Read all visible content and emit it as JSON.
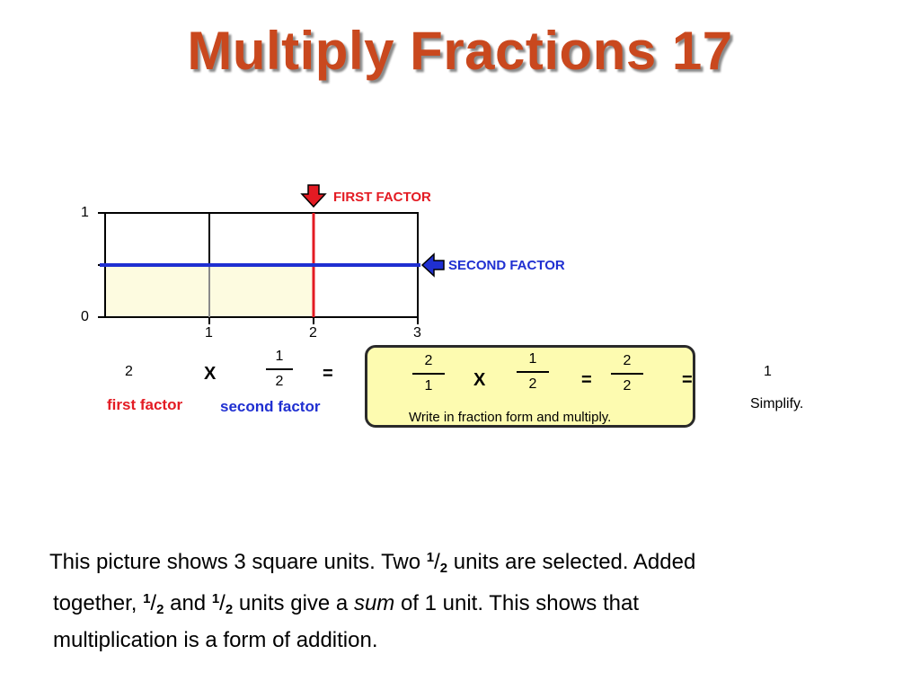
{
  "title": "Multiply Fractions 17",
  "diagram": {
    "y_tick_labels": [
      "1",
      "0"
    ],
    "x_tick_labels": [
      "1",
      "2",
      "3"
    ],
    "first_factor_label": "FIRST FACTOR",
    "second_factor_label": "SECOND FACTOR",
    "units": 3,
    "first_factor_value": 2,
    "second_factor_value": 0.5,
    "colors": {
      "grid": "#000000",
      "first_factor_line": "#e31b23",
      "second_factor_line": "#1f2fd1",
      "selected_fill": "#fdfbe0"
    }
  },
  "equation": {
    "first_factor_number": "2",
    "times": "X",
    "second_numerator": "1",
    "second_denominator": "2",
    "equals": "=",
    "first_factor_caption": "first factor",
    "second_factor_caption": "second factor",
    "box": {
      "f1_numerator": "2",
      "f1_denominator": "1",
      "times": "X",
      "f2_numerator": "1",
      "f2_denominator": "2",
      "equals1": "=",
      "result_numerator": "2",
      "result_denominator": "2",
      "equals2": "=",
      "caption": "Write in fraction form and multiply."
    },
    "simplified_result": "1",
    "simplify_caption": "Simplify."
  },
  "paragraph": {
    "line1_a": "This picture shows 3 square units. Two ",
    "frac_num": "1",
    "frac_slash": "/",
    "frac_den": "2",
    "line1_b": " units are selected.  Added",
    "line2_a": "together,  ",
    "line2_b": " and ",
    "line2_c": " units give a ",
    "line2_sum": "sum",
    "line2_d": " of 1 unit. This shows that",
    "line3": "multiplication is a form of addition."
  }
}
